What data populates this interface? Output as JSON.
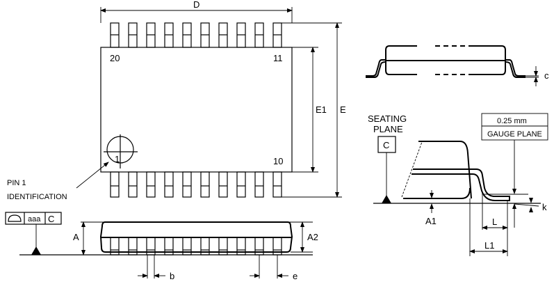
{
  "title": "TSSOP20 package outline",
  "top_view": {
    "dim_d": "D",
    "dim_e1": "E1",
    "dim_e": "E",
    "pin_20": "20",
    "pin_11": "11",
    "pin_10": "10",
    "pin_1": "1",
    "pin1_label_line1": "PIN 1",
    "pin1_label_line2": "IDENTIFICATION"
  },
  "front_view": {
    "dim_a": "A",
    "dim_a2": "A2",
    "dim_b": "b",
    "dim_e": "e",
    "fcf_tolerance": "aaa",
    "fcf_datum": "C"
  },
  "side_view": {
    "dim_c": "c"
  },
  "detail": {
    "seating_line1": "SEATING",
    "seating_line2": "PLANE",
    "datum": "C",
    "gauge_value": "0.25 mm",
    "gauge_label": "GAUGE PLANE",
    "dim_a1": "A1",
    "dim_l": "L",
    "dim_l1": "L1",
    "dim_k": "k"
  }
}
